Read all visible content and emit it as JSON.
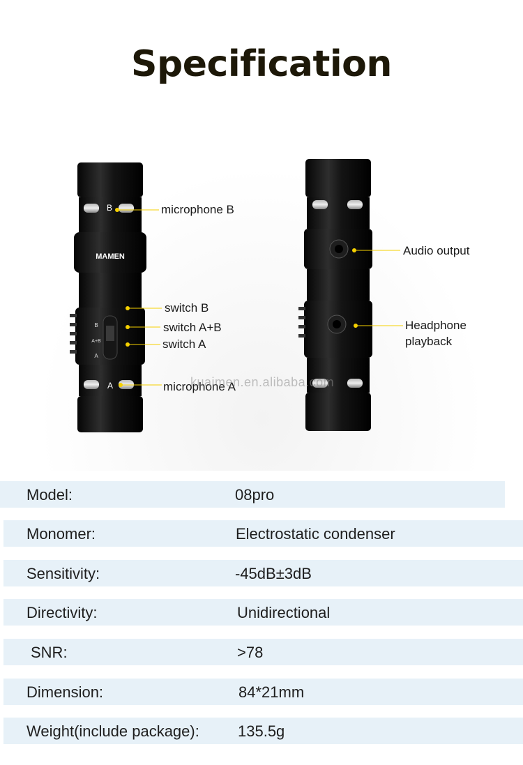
{
  "title": "Specification",
  "brand_label": "MAMEN",
  "callouts": {
    "microphone_b": "microphone B",
    "switch_b": "switch B",
    "switch_ab": "switch A+B",
    "switch_a": "switch A",
    "microphone_a": "microphone  A",
    "audio_output": "Audio output",
    "headphone_line1": "Headphone",
    "headphone_line2": "playback"
  },
  "body_marks": {
    "b": "B",
    "a": "A",
    "ab": "A+B"
  },
  "watermark": "kuaimen.en.alibaba.com",
  "specs": [
    {
      "label": "Model:",
      "value": "08pro"
    },
    {
      "label": "Monomer:",
      "value": "Electrostatic condenser"
    },
    {
      "label": "Sensitivity:",
      "value": "-45dB±3dB"
    },
    {
      "label": "Directivity:",
      "value": "Unidirectional"
    },
    {
      "label": "SNR:",
      "value": ">78"
    },
    {
      "label": "Dimension:",
      "value": "84*21mm"
    },
    {
      "label": "Weight(include package):",
      "value": "135.5g"
    }
  ],
  "colors": {
    "row_bg": "#e7f1f8",
    "title": "#1d1808",
    "callout_dot": "#f5d000"
  }
}
